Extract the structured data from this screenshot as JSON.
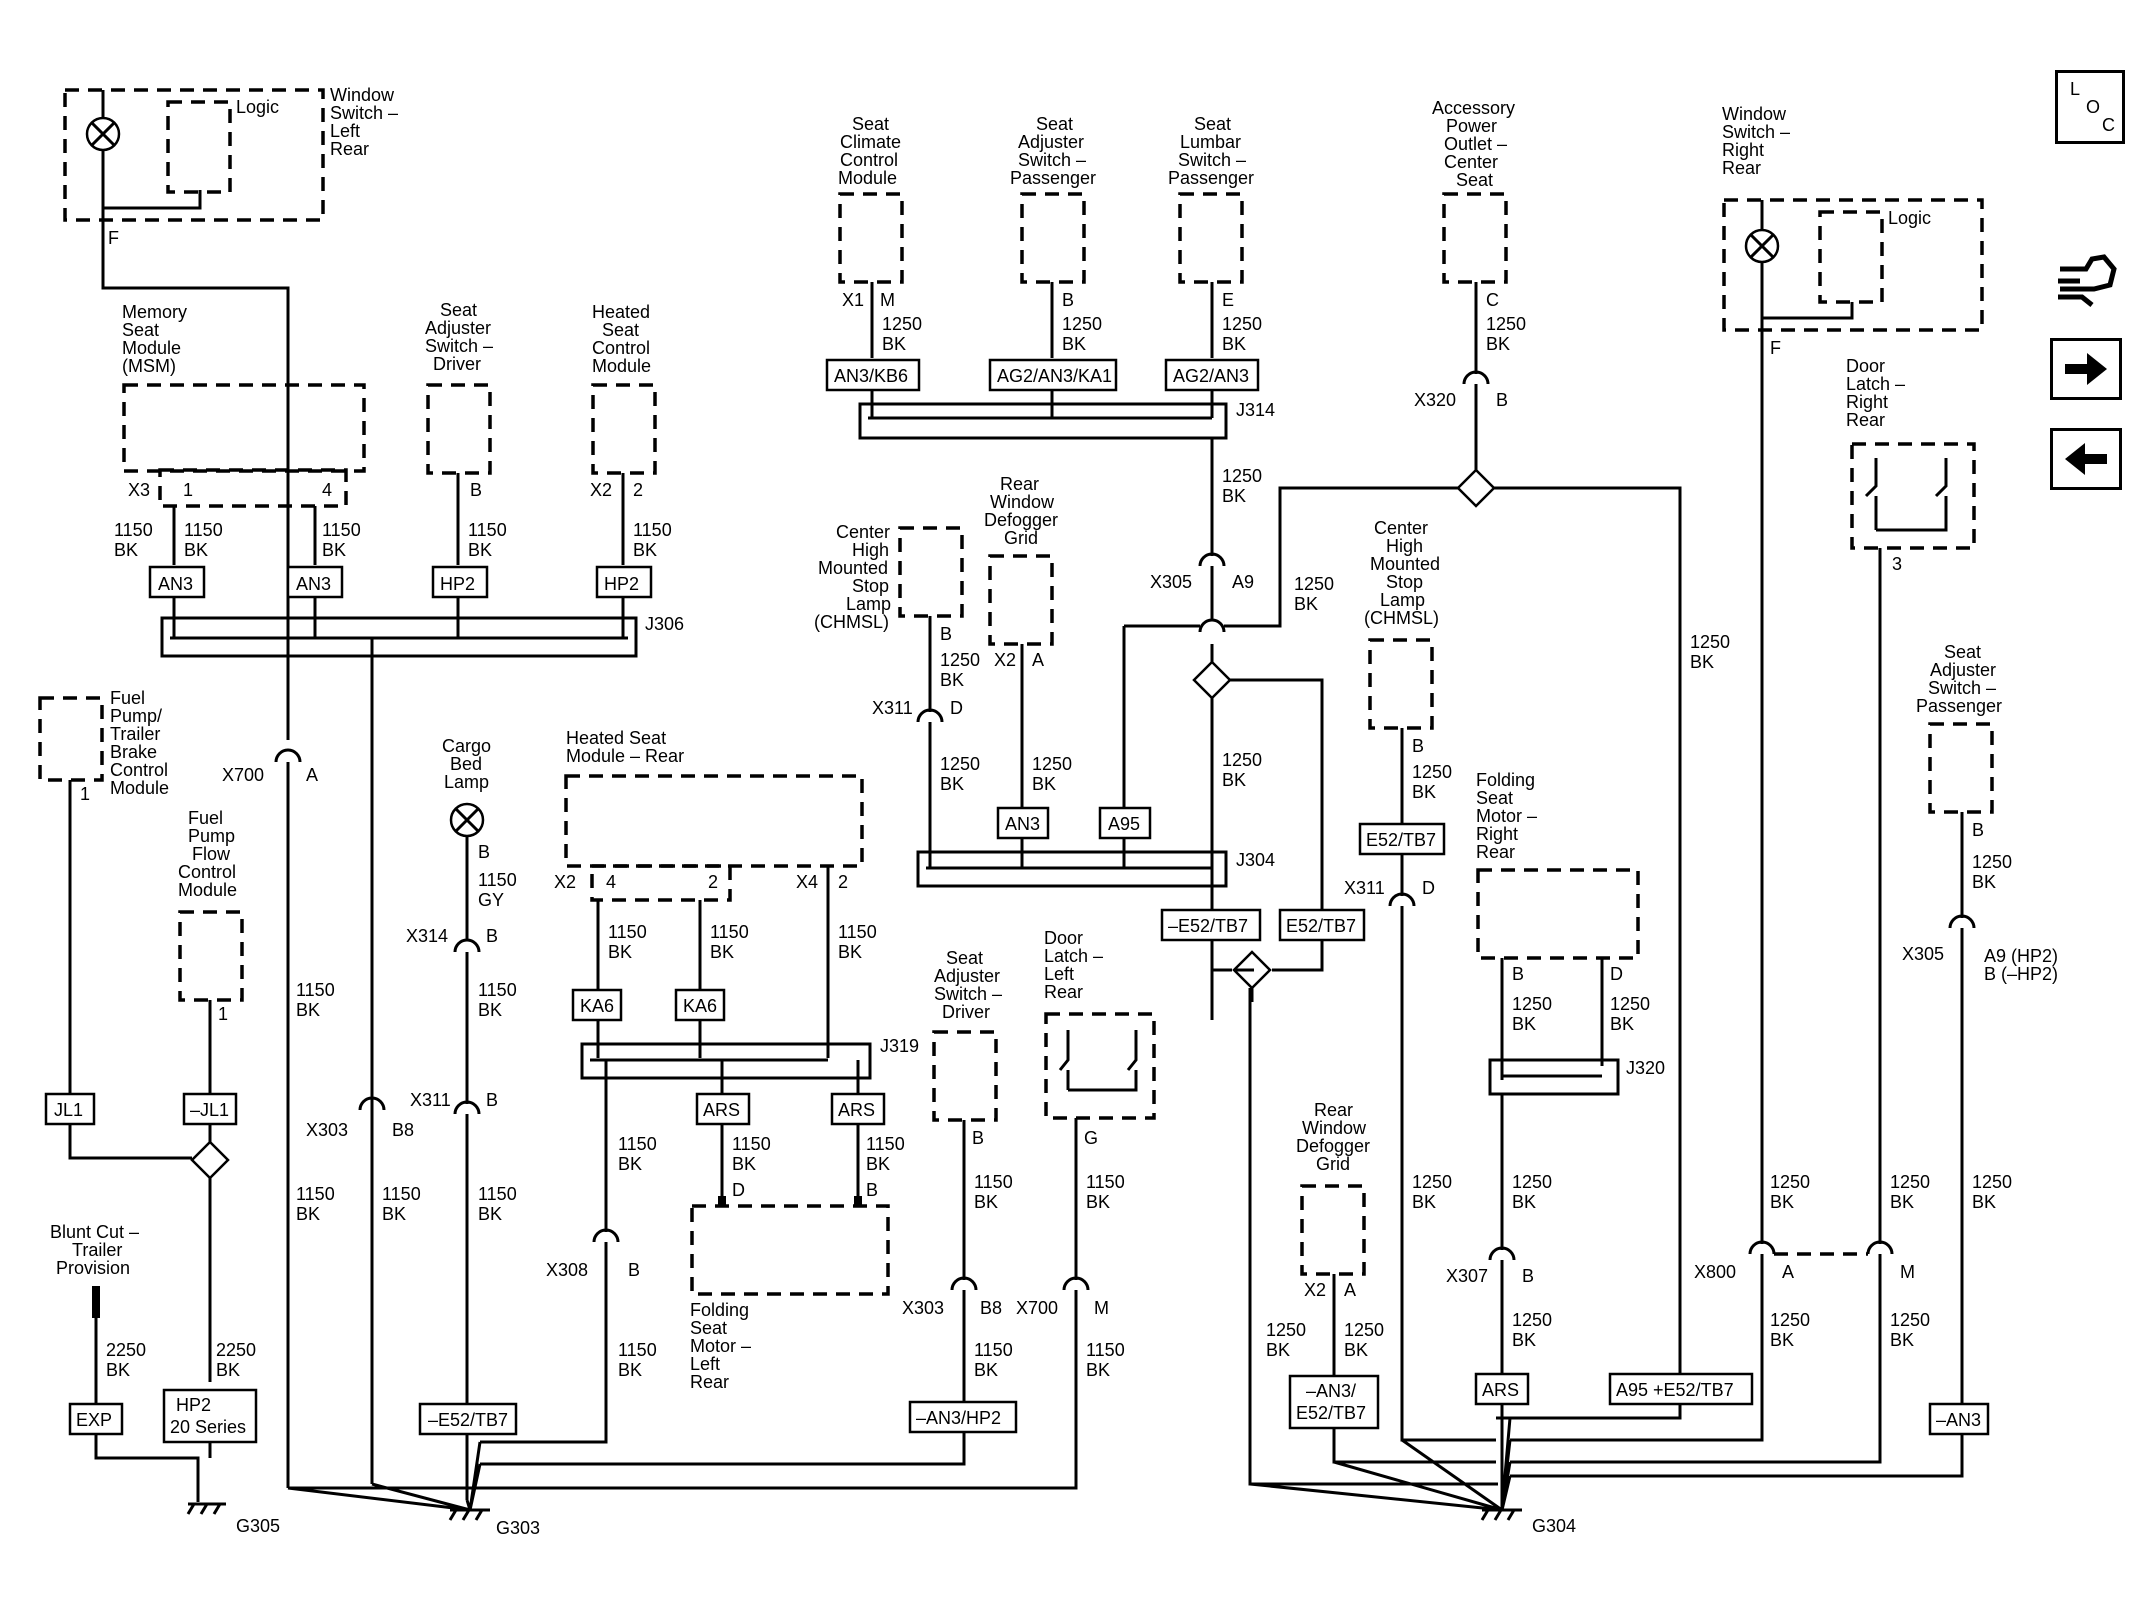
{
  "nav": {
    "loc_l": "L",
    "loc_o": "O",
    "loc_c": "C"
  },
  "components": {
    "window_switch_lr": "Window Switch – Left Rear",
    "logic": "Logic",
    "memory_seat_module": "Memory Seat Module (MSM)",
    "seat_adj_driver_top": "Seat Adjuster Switch – Driver",
    "heated_seat_control": "Heated Seat Control Module",
    "seat_climate": "Seat Climate Control Module",
    "seat_adj_passenger_top": "Seat Adjuster Switch – Passenger",
    "seat_lumbar": "Seat Lumbar Switch – Passenger",
    "accessory_outlet": "Accessory Power Outlet – Center Seat",
    "window_switch_rr": "Window Switch – Right Rear",
    "door_latch_rr": "Door Latch – Right Rear",
    "fuel_pump_trailer": "Fuel Pump/ Trailer Brake Control Module",
    "fuel_pump_flow": "Fuel Pump Flow Control Module",
    "cargo_bed_lamp": "Cargo Bed Lamp",
    "heated_seat_rear": "Heated Seat Module – Rear",
    "chmsl_left": "Center High Mounted Stop Lamp (CHMSL)",
    "rear_defogger_top": "Rear Window Defogger Grid",
    "chmsl_right": "Center High Mounted Stop Lamp (CHMSL)",
    "folding_seat_rr": "Folding Seat Motor – Right Rear",
    "seat_adj_passenger_right": "Seat Adjuster Switch – Passenger",
    "seat_adj_driver_mid": "Seat Adjuster Switch – Driver",
    "door_latch_lr": "Door Latch – Left Rear",
    "folding_seat_lr": "Folding Seat Motor – Left Rear",
    "blunt_cut": "Blunt Cut – Trailer Provision",
    "rear_defogger_bottom": "Rear Window Defogger Grid"
  },
  "options": {
    "an3": "AN3",
    "hp2": "HP2",
    "an3_kb6": "AN3/KB6",
    "ag2_an3_ka1": "AG2/AN3/KA1",
    "ag2_an3": "AG2/AN3",
    "an3_b": "AN3",
    "a95": "A95",
    "e52_tb7_right": "E52/TB7",
    "neg_e52_tb7": "–E52/TB7",
    "e52_tb7": "E52/TB7",
    "ka6": "KA6",
    "ars": "ARS",
    "jl1": "JL1",
    "neg_jl1": "–JL1",
    "exp": "EXP",
    "hp2_20": "HP2/ 20 Series",
    "neg_e52_tb7_b": "–E52/TB7",
    "neg_an3_hp2": "–AN3/HP2",
    "neg_an3_e52": "–AN3/ E52/TB7",
    "ars_b": "ARS",
    "a95_e52": "A95 +E52/TB7",
    "neg_an3": "–AN3"
  },
  "connectors": {
    "X3": "X3",
    "X1": "X1",
    "X2": "X2",
    "X4": "X4",
    "X311": "X311",
    "X314": "X314",
    "X303": "X303",
    "X308": "X308",
    "X700": "X700",
    "X305": "X305",
    "X320": "X320",
    "X307": "X307",
    "X800": "X800"
  },
  "splices": {
    "J306": "J306",
    "J314": "J314",
    "J304": "J304",
    "J319": "J319",
    "J320": "J320"
  },
  "grounds": {
    "G305": "G305",
    "G303": "G303",
    "G304": "G304"
  },
  "pins": {
    "A": "A",
    "B": "B",
    "C": "C",
    "D": "D",
    "E": "E",
    "F": "F",
    "G": "G",
    "M": "M",
    "A9": "A9",
    "B8": "B8",
    "p1": "1",
    "p2": "2",
    "p3": "3",
    "p4": "4",
    "a9_hp2": "A9 (HP2)",
    "b_hp2": "B (–HP2)"
  },
  "wires": {
    "w1150": "1150",
    "w1250": "1250",
    "w2250": "2250",
    "bk": "BK",
    "gy": "GY"
  }
}
